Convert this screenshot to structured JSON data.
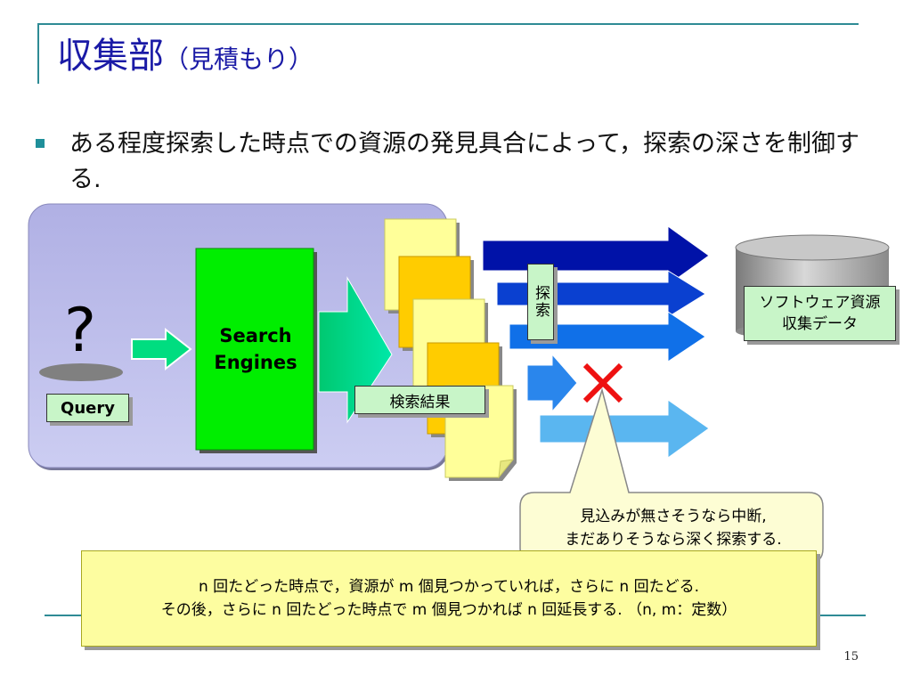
{
  "title": {
    "main": "収集部",
    "sub": "（見積もり）"
  },
  "bullet": "ある程度探索した時点での資源の発見具合によって，探索の深さを制御する.",
  "diagram": {
    "question_mark": "?",
    "query_label": "Query",
    "search_engines_line1": "Search",
    "search_engines_line2": "Engines",
    "results_label": "検索結果",
    "explore_label": "探索",
    "db_label_line1": "ソフトウェア資源",
    "db_label_line2": "収集データ",
    "stop_mark_icon": "cross-icon",
    "callout_line1": "見込みが無さそうなら中断,",
    "callout_line2": "まだありそうなら深く探索する."
  },
  "note": {
    "line1": "n 回たどった時点で，資源が m 個見つかっていれば，さらに n 回たどる.",
    "line2": "その後，さらに n 回たどった時点で m 個見つかれば n 回延長する. （n, m：定数）"
  },
  "page_number": "15",
  "colors": {
    "title": "#1a1aa6",
    "accent_line": "#2e8b95",
    "label_bg": "#c8f5c8",
    "search_engine_green": "#00ee00",
    "note_bg": "#fdfda0",
    "cross": "#ee1111"
  }
}
